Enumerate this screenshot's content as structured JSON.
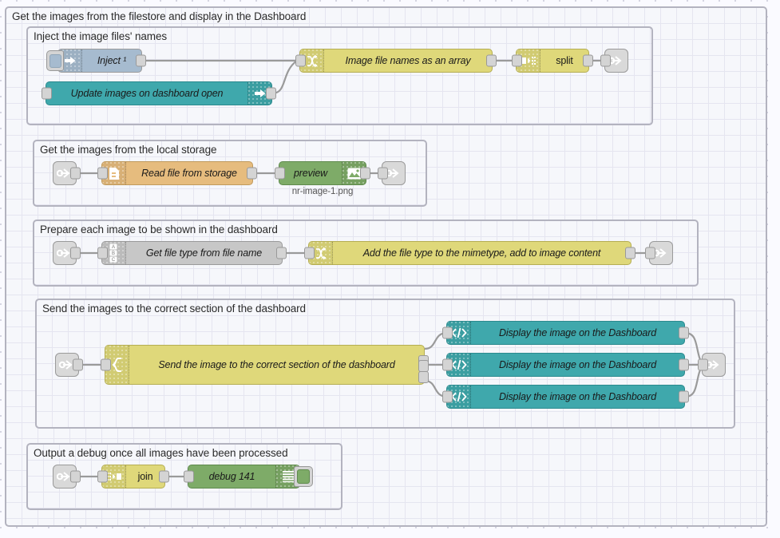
{
  "editor": {
    "canvas_name": "node-red-flow-canvas",
    "background": "#fafaff",
    "grid_color": "#e5e5f0"
  },
  "colors": {
    "inject_blue": "#a6bbcf",
    "teal": "#3fa8ac",
    "yellow": "#dfd87a",
    "grey": "#c7c7c7",
    "orange": "#e6bc7e",
    "green": "#7eab68",
    "link_grey": "#d9d9d9",
    "group_border": "#b3b3bf"
  },
  "outer_group": {
    "label": "Get the images from the filestore and display in the Dashboard"
  },
  "groups": [
    {
      "id": "group-inject",
      "label": "Inject the image files' names",
      "nodes": [
        {
          "id": "inject-1",
          "label": "Inject ¹",
          "icon": "inject-arrow-icon",
          "color": "inject_blue",
          "italic": true,
          "icon_side": "left",
          "has_inject_button": true
        },
        {
          "id": "update-images",
          "label": "Update images on dashboard open",
          "icon": "inject-arrow-icon",
          "color": "teal",
          "italic": true,
          "icon_side": "right",
          "has_inject_button": false
        },
        {
          "id": "image-file-names",
          "label": "Image file names as an array",
          "icon": "change-node-icon",
          "color": "yellow",
          "italic": true,
          "icon_side": "left",
          "has_inject_button": false
        },
        {
          "id": "split-1",
          "label": "split",
          "icon": "split-node-icon",
          "color": "yellow",
          "italic": false,
          "icon_side": "left",
          "has_inject_button": false
        },
        {
          "id": "link-out-1",
          "label": "",
          "icon": "link-out-icon",
          "color": "link_grey",
          "italic": false,
          "icon_side": "left",
          "has_inject_button": false
        }
      ]
    },
    {
      "id": "group-storage",
      "label": "Get the images from the local storage",
      "nodes": [
        {
          "id": "link-in-2",
          "label": "",
          "icon": "link-in-icon",
          "color": "link_grey",
          "italic": false,
          "icon_side": "left",
          "has_inject_button": false
        },
        {
          "id": "read-file",
          "label": "Read file from storage",
          "icon": "file-in-icon",
          "color": "orange",
          "italic": true,
          "icon_side": "left",
          "has_inject_button": false
        },
        {
          "id": "preview",
          "label": "preview",
          "icon": "image-icon",
          "color": "green",
          "italic": true,
          "icon_side": "right",
          "has_inject_button": false,
          "sublabel": "nr-image-1.png"
        },
        {
          "id": "link-out-2",
          "label": "",
          "icon": "link-out-icon",
          "color": "link_grey",
          "italic": false,
          "icon_side": "left",
          "has_inject_button": false
        }
      ]
    },
    {
      "id": "group-prepare",
      "label": "Prepare each image to be shown in the dashboard",
      "nodes": [
        {
          "id": "link-in-3",
          "label": "",
          "icon": "link-in-icon",
          "color": "link_grey",
          "italic": false,
          "icon_side": "left",
          "has_inject_button": false
        },
        {
          "id": "get-file-type",
          "label": "Get file type from file name",
          "icon": "abc-icon",
          "color": "grey",
          "italic": true,
          "icon_side": "left",
          "has_inject_button": false
        },
        {
          "id": "add-mimetype",
          "label": "Add the file type to the mimetype, add to image content",
          "icon": "change-node-icon",
          "color": "yellow",
          "italic": true,
          "icon_side": "left",
          "has_inject_button": false
        },
        {
          "id": "link-out-3",
          "label": "",
          "icon": "link-out-icon",
          "color": "link_grey",
          "italic": false,
          "icon_side": "left",
          "has_inject_button": false
        }
      ]
    },
    {
      "id": "group-send",
      "label": "Send the images to the correct section of the dashboard",
      "nodes": [
        {
          "id": "link-in-4",
          "label": "",
          "icon": "link-in-icon",
          "color": "link_grey",
          "italic": false,
          "icon_side": "left",
          "has_inject_button": false
        },
        {
          "id": "switch-node",
          "label": "Send the image to the correct section of the dashboard",
          "icon": "switch-node-icon",
          "color": "yellow",
          "italic": true,
          "icon_side": "left",
          "has_inject_button": false
        },
        {
          "id": "template-1",
          "label": "Display the image on the Dashboard",
          "icon": "code-icon",
          "color": "teal",
          "italic": true,
          "icon_side": "left",
          "has_inject_button": false
        },
        {
          "id": "template-2",
          "label": "Display the image on the Dashboard",
          "icon": "code-icon",
          "color": "teal",
          "italic": true,
          "icon_side": "left",
          "has_inject_button": false
        },
        {
          "id": "template-3",
          "label": "Display the image on the Dashboard",
          "icon": "code-icon",
          "color": "teal",
          "italic": true,
          "icon_side": "left",
          "has_inject_button": false
        },
        {
          "id": "link-out-4",
          "label": "",
          "icon": "link-out-icon",
          "color": "link_grey",
          "italic": false,
          "icon_side": "left",
          "has_inject_button": false
        }
      ]
    },
    {
      "id": "group-debug",
      "label": "Output a debug once all images have been processed",
      "nodes": [
        {
          "id": "link-in-5",
          "label": "",
          "icon": "link-in-icon",
          "color": "link_grey",
          "italic": false,
          "icon_side": "left",
          "has_inject_button": false
        },
        {
          "id": "join-1",
          "label": "join",
          "icon": "join-node-icon",
          "color": "yellow",
          "italic": false,
          "icon_side": "left",
          "has_inject_button": false
        },
        {
          "id": "debug-141",
          "label": "debug 141",
          "icon": "debug-icon",
          "color": "green",
          "italic": true,
          "icon_side": "right",
          "has_inject_button": false,
          "has_debug_button": true
        }
      ]
    }
  ]
}
